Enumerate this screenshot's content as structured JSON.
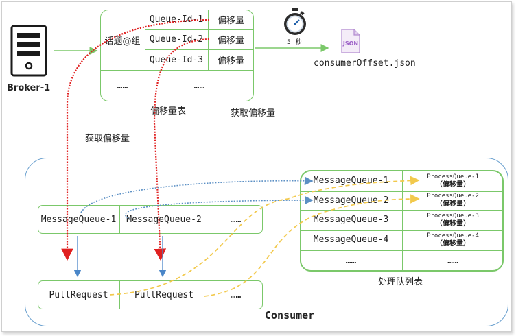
{
  "broker": {
    "label": "Broker-1"
  },
  "offset_table": {
    "topic_group": "话题@组",
    "rows": [
      {
        "queue": "Queue-Id-1",
        "offset": "偏移量"
      },
      {
        "queue": "Queue-Id-2",
        "offset": "偏移量"
      },
      {
        "queue": "Queue-Id-3",
        "offset": "偏移量"
      }
    ],
    "ellipsis_left": "……",
    "ellipsis_right": "……",
    "caption": "偏移量表"
  },
  "timer": {
    "label": "5 秒"
  },
  "json_file": {
    "icon_text": "JSON",
    "label": "consumerOffset.json"
  },
  "labels": {
    "fetch_offset_right": "获取偏移量",
    "fetch_offset_left": "获取偏移量"
  },
  "consumer": {
    "title": "Consumer",
    "mq_row": [
      "MessageQueue-1",
      "MessageQueue-2",
      "……"
    ],
    "pull_row": [
      "PullRequest",
      "PullRequest",
      "……"
    ]
  },
  "process_table": {
    "caption": "处理队列表",
    "rows": [
      {
        "mq": "MessageQueue-1",
        "pq": "ProcessQueue-1",
        "off": "（偏移量）"
      },
      {
        "mq": "MessageQueue-2",
        "pq": "ProcessQueue-2",
        "off": "（偏移量）"
      },
      {
        "mq": "MessageQueue-3",
        "pq": "ProcessQueue-3",
        "off": "（偏移量）"
      },
      {
        "mq": "MessageQueue-4",
        "pq": "ProcessQueue-4",
        "off": "（偏移量）"
      }
    ],
    "ellipsis_left": "……",
    "ellipsis_right": "……"
  },
  "colors": {
    "green": "#7bc86a",
    "red": "#e02020",
    "blue": "#4a86c8",
    "yellow": "#f2c94c",
    "dotblue": "#5b8fc4"
  }
}
